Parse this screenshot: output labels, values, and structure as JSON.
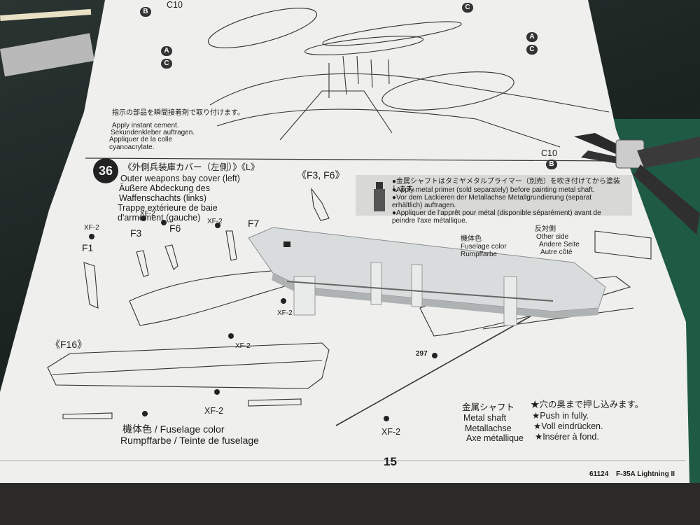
{
  "page": {
    "number": "15",
    "footer_code": "61124",
    "footer_model": "F-35A Lightning II"
  },
  "top_section": {
    "callouts": {
      "c10_left": "C10",
      "c10_right": "C10",
      "label_a_left": "A",
      "label_c_left": "C",
      "label_a_right": "A",
      "label_c_right": "C",
      "label_b_left": "B",
      "label_b_right": "B"
    },
    "cement_note": {
      "jp": "指示の部品を瞬間接着剤で取り付けます。",
      "en": "Apply instant cement.",
      "de": "Sekundenkleber auftragen.",
      "fr": "Appliquer de la colle cyanoacrylate."
    }
  },
  "step36": {
    "number": "36",
    "title_jp": "《外側兵装庫カバー（左側）》《L》",
    "title_en": "Outer weapons bay cover (left)",
    "title_de": "Äußere Abdeckung des Waffenschachts (links)",
    "title_fr": "Trappe extérieure de baie d'armement (gauche)",
    "parts_callout": "《F3, F6》",
    "f16_callout": "《F16》",
    "metal_primer_note": [
      "●金属シャフトはタミヤメタルプライマー（別売）を吹き付けてから塗装します。",
      "●Apply metal primer (sold separately) before painting metal shaft.",
      "●Vor dem Lackieren der Metallachse Metallgrundierung (separat erhältlich) auftragen.",
      "●Appliquer de l'apprêt pour métal (disponible séparément) avant de peindre l'axe métallique."
    ],
    "part_labels": {
      "f1": "F1",
      "f3": "F3",
      "f6": "F6",
      "f7": "F7",
      "xf2": "XF-2"
    },
    "fuselage_color": {
      "jp": "機体色",
      "en": "Fuselage color",
      "de": "Rumpffarbe",
      "fr": "Teinte de fuselage",
      "combined_1": "機体色 / Fuselage color",
      "combined_2": "Rumpffarbe / Teinte de fuselage"
    },
    "other_side": {
      "jp": "反対側",
      "en": "Other side",
      "de": "Andere Seite",
      "fr": "Autre côté"
    },
    "metal_shaft": {
      "jp": "金属シャフト",
      "en": "Metal shaft",
      "de": "Metallachse",
      "fr": "Axe métallique"
    },
    "push_in": {
      "jp": "★穴の奥まで押し込みます。",
      "en": "★Push in fully.",
      "de": "★Voll eindrücken.",
      "fr": "★Insérer à fond."
    },
    "shaft_number": "297"
  },
  "colors": {
    "paper": "#efefed",
    "ink": "#1c1c1c",
    "mat_green": "#1f5a45",
    "model_part": "#d9dcdc"
  },
  "icons": [
    "cutter-pliers-icon",
    "paint-bottle-icon",
    "arrow-icon"
  ]
}
